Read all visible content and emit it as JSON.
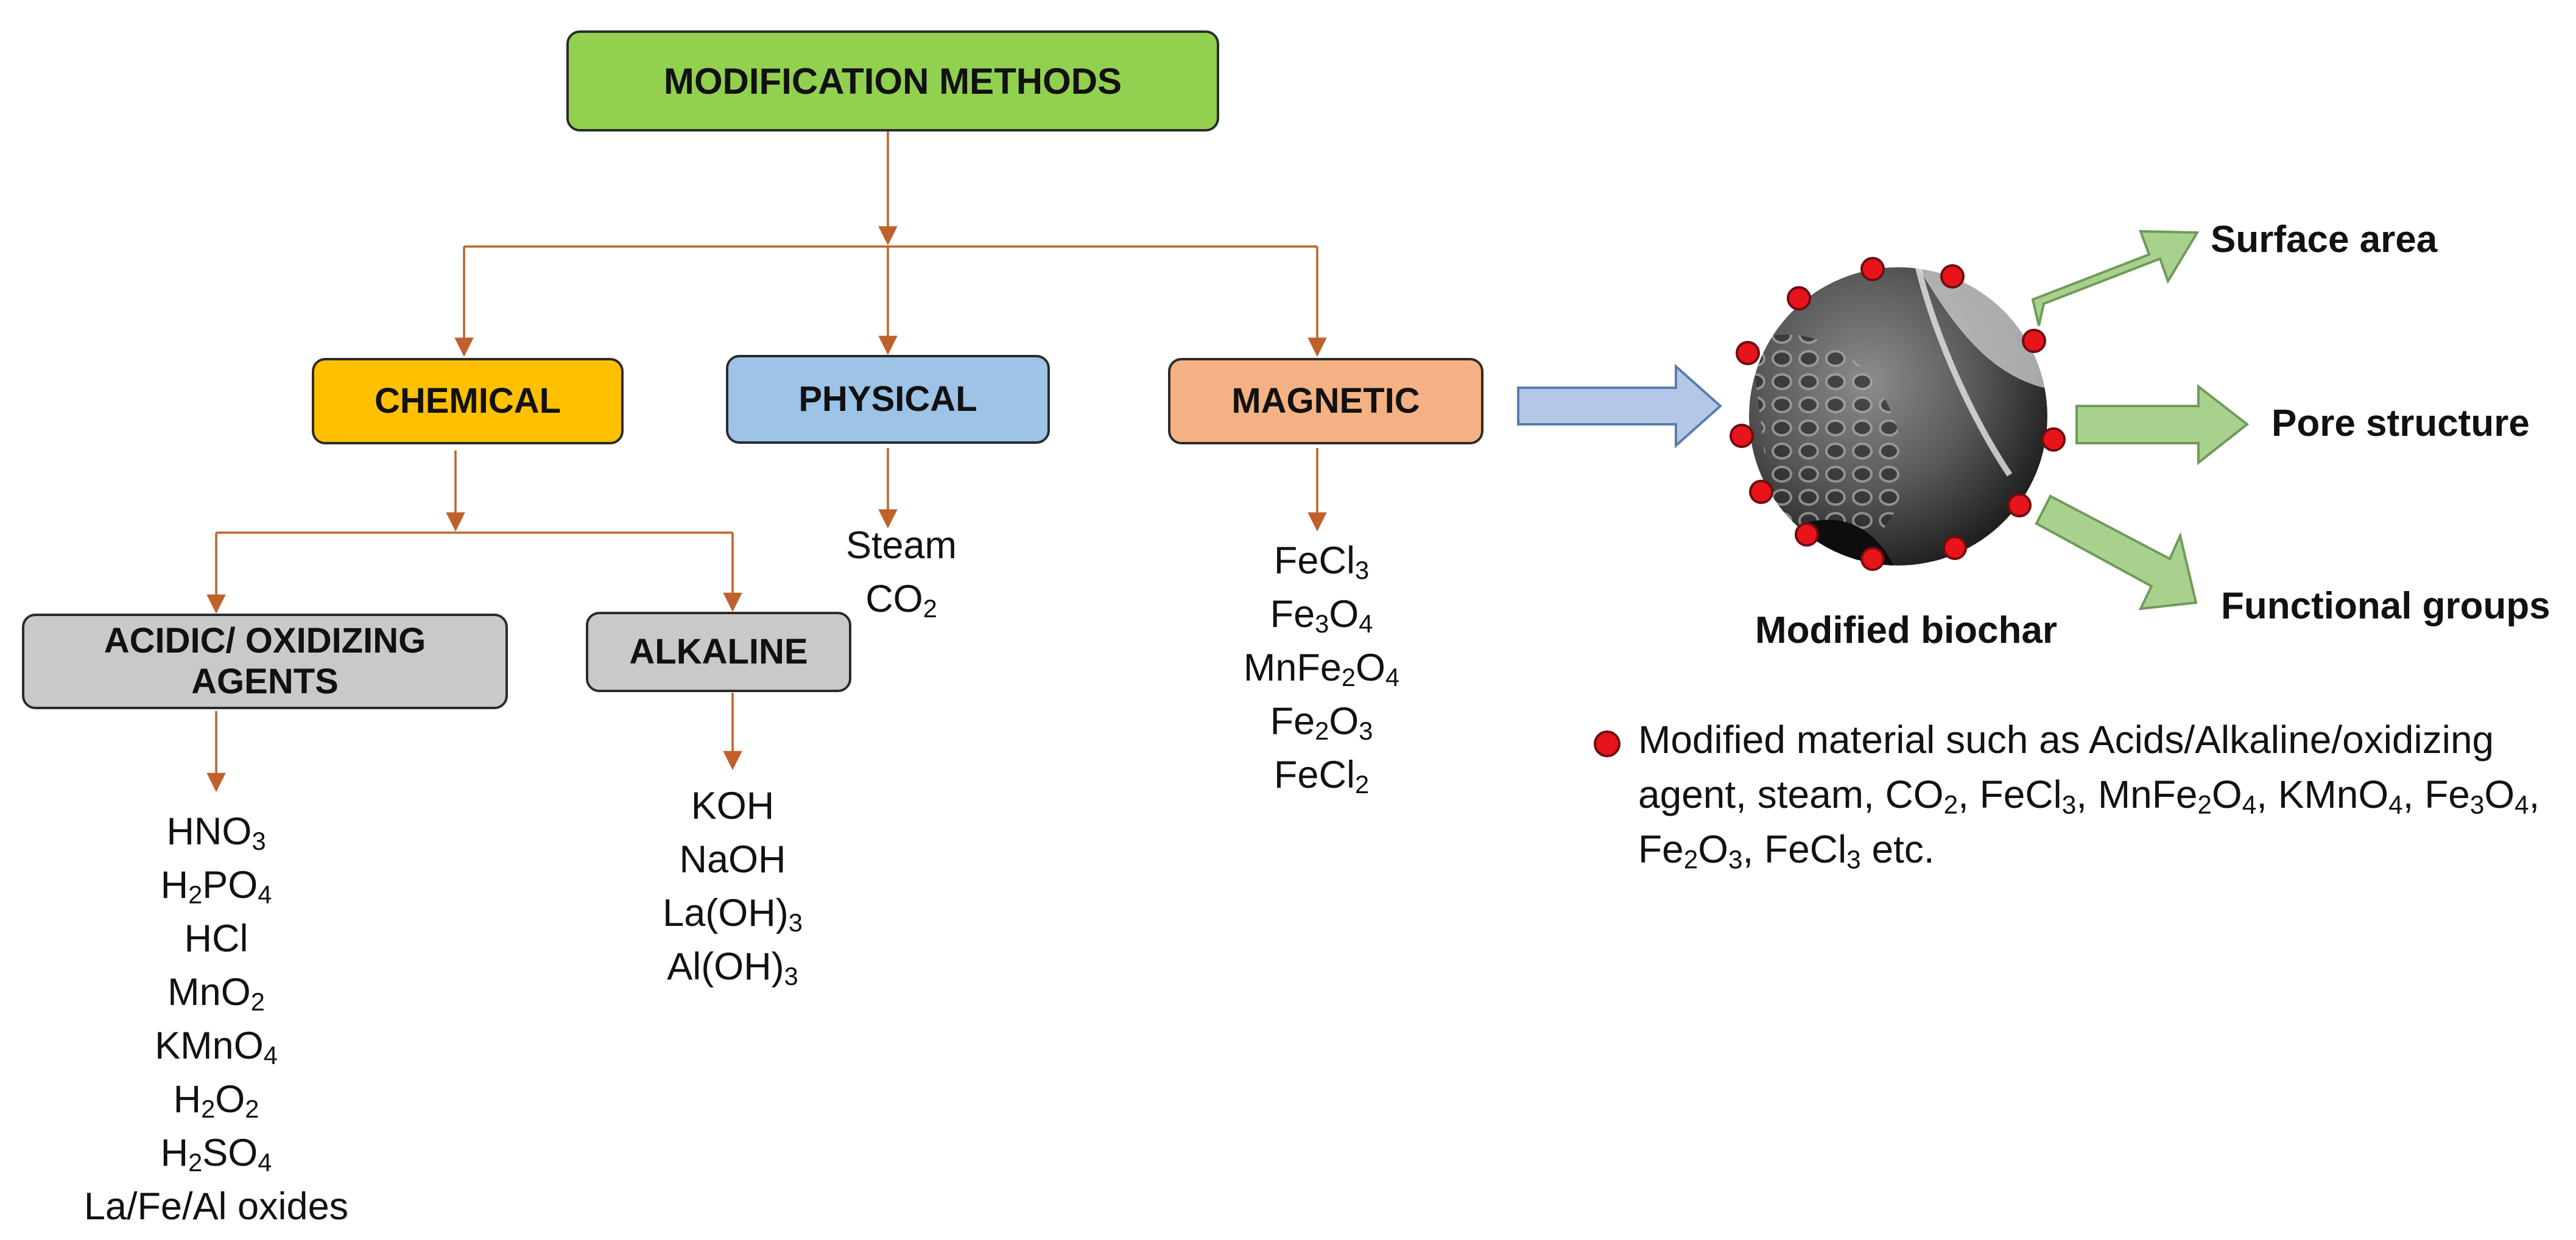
{
  "colors": {
    "connector": "#c0612b",
    "root_fill": "#92d050",
    "chemical_fill": "#ffc000",
    "physical_fill": "#9dc3e6",
    "magnetic_fill": "#f4b183",
    "sub_fill": "#c9c9c9",
    "result_arrow_fill": "#a9d18e",
    "input_arrow_fill": "#b4c7e7",
    "particle_dot": "#e8141b"
  },
  "root": {
    "label": "MODIFICATION METHODS"
  },
  "categories": {
    "chemical": "CHEMICAL",
    "physical": "PHYSICAL",
    "magnetic": "MAGNETIC"
  },
  "chemical_sub": {
    "acidic": "ACIDIC/ OXIDIZING AGENTS",
    "alkaline": "ALKALINE"
  },
  "acidic_agents": [
    "HNO3",
    "H2PO4",
    "HCl",
    "MnO2",
    "KMnO4",
    "H2O2",
    "H2SO4",
    "La/Fe/Al oxides"
  ],
  "alkaline_agents": [
    "KOH",
    "NaOH",
    "La(OH)3",
    "Al(OH)3"
  ],
  "physical_agents": [
    "Steam",
    "CO2"
  ],
  "magnetic_agents": [
    "FeCl3",
    "Fe3O4",
    "MnFe2O4",
    "Fe2O3",
    "FeCl2"
  ],
  "biochar": {
    "label": "Modified biochar",
    "outcomes": [
      "Surface area",
      "Pore structure",
      "Functional groups"
    ]
  },
  "legend": {
    "text": "Modified material such as Acids/Alkaline/oxidizing agent, steam, CO2, FeCl3, MnFe2O4, KMnO4, Fe3O4, Fe2O3, FeCl3 etc."
  }
}
